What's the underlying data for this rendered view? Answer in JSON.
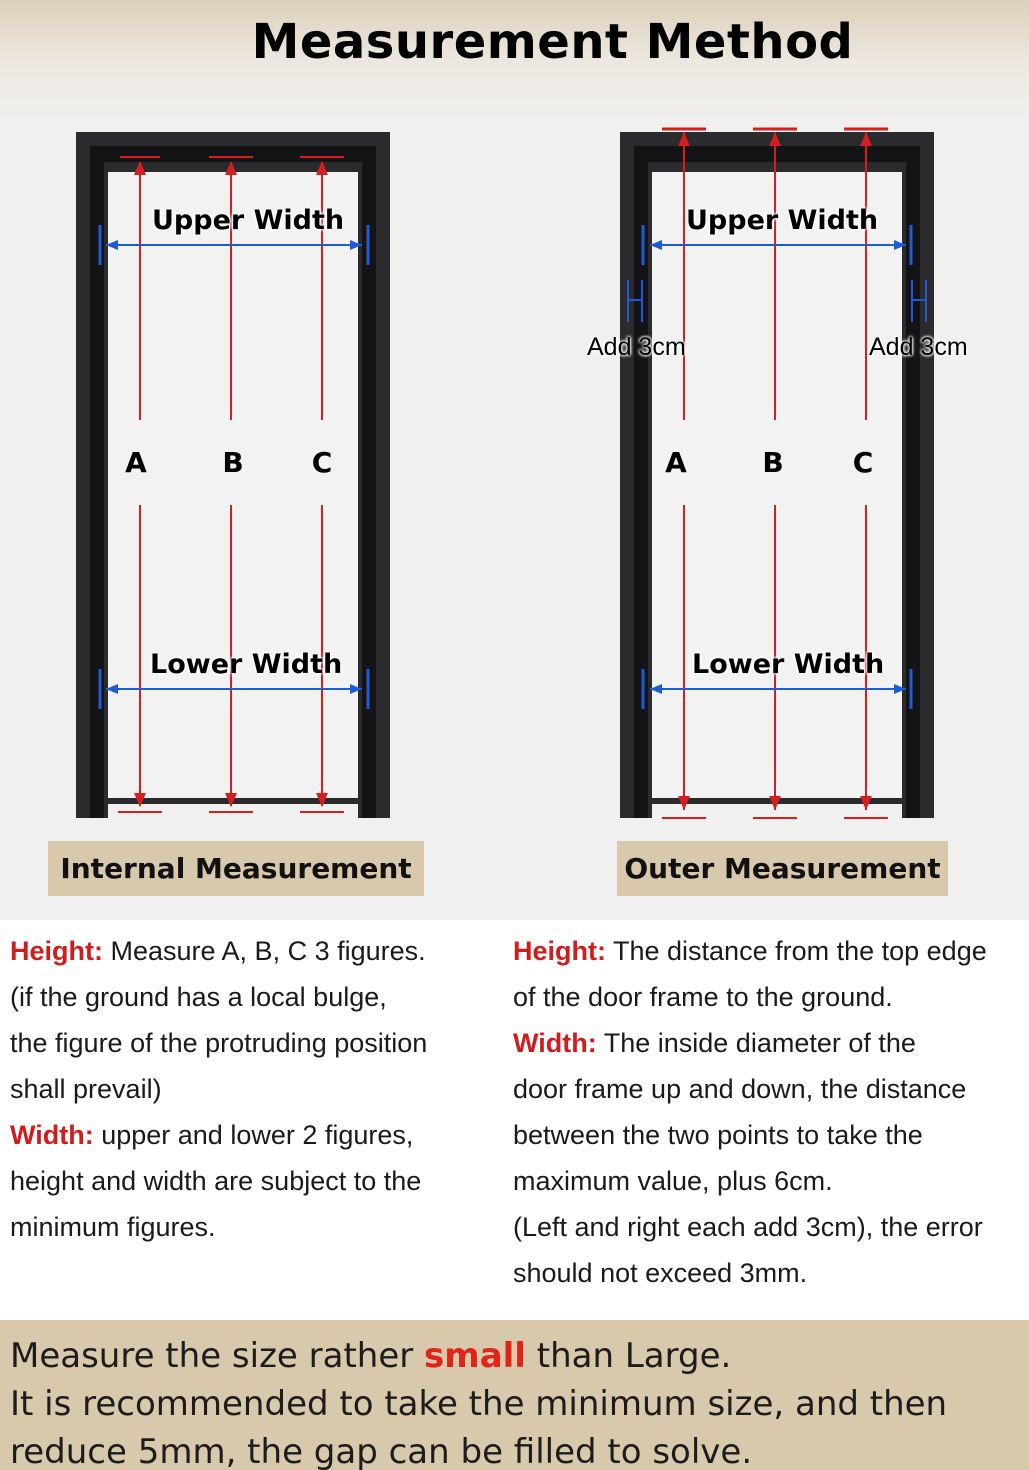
{
  "title": "Measurement Method",
  "internal": {
    "upper_width": "Upper Width",
    "lower_width": "Lower Width",
    "letters": [
      "A",
      "B",
      "C"
    ],
    "caption": "Internal Measurement"
  },
  "outer": {
    "upper_width": "Upper Width",
    "lower_width": "Lower Width",
    "add_left": "Add 3cm",
    "add_right": "Add 3cm",
    "letters": [
      "A",
      "B",
      "C"
    ],
    "caption": "Outer Measurement"
  },
  "colors": {
    "frame": "#1e1e20",
    "height_arrow": "#d41f1f",
    "width_arrow": "#1e5bd6",
    "tag": "#d8c8ac",
    "highlight": "#d21c1c"
  },
  "left_text": {
    "height_lead": "Height:",
    "height_line1": " Measure A, B, C 3 figures.",
    "height_line2": "(if the ground has a local bulge,",
    "height_line3": "the figure of the protruding position",
    "height_line4": "shall prevail)",
    "width_lead": "Width:",
    "width_line1": " upper and lower 2 figures,",
    "width_line2": "height and width are subject to the",
    "width_line3": "minimum figures."
  },
  "right_text": {
    "height_lead": "Height:",
    "height_line1": " The distance from the top edge",
    "height_line2": "of the door frame to the ground.",
    "width_lead": "Width:",
    "width_line1": " The inside diameter of the",
    "width_line2": "door frame up and down, the distance",
    "width_line3": "between the two points to take the",
    "width_line4": "maximum value, plus 6cm.",
    "width_line5": "(Left and right each add 3cm), the error",
    "width_line6": "should not exceed 3mm."
  },
  "footer": {
    "line1_pre": "Measure the size rather ",
    "line1_highlight": "small",
    "line1_post": " than Large.",
    "line2": "It is recommended to take the minimum size, and then",
    "line3": "reduce 5mm, the gap can be filled to solve."
  }
}
